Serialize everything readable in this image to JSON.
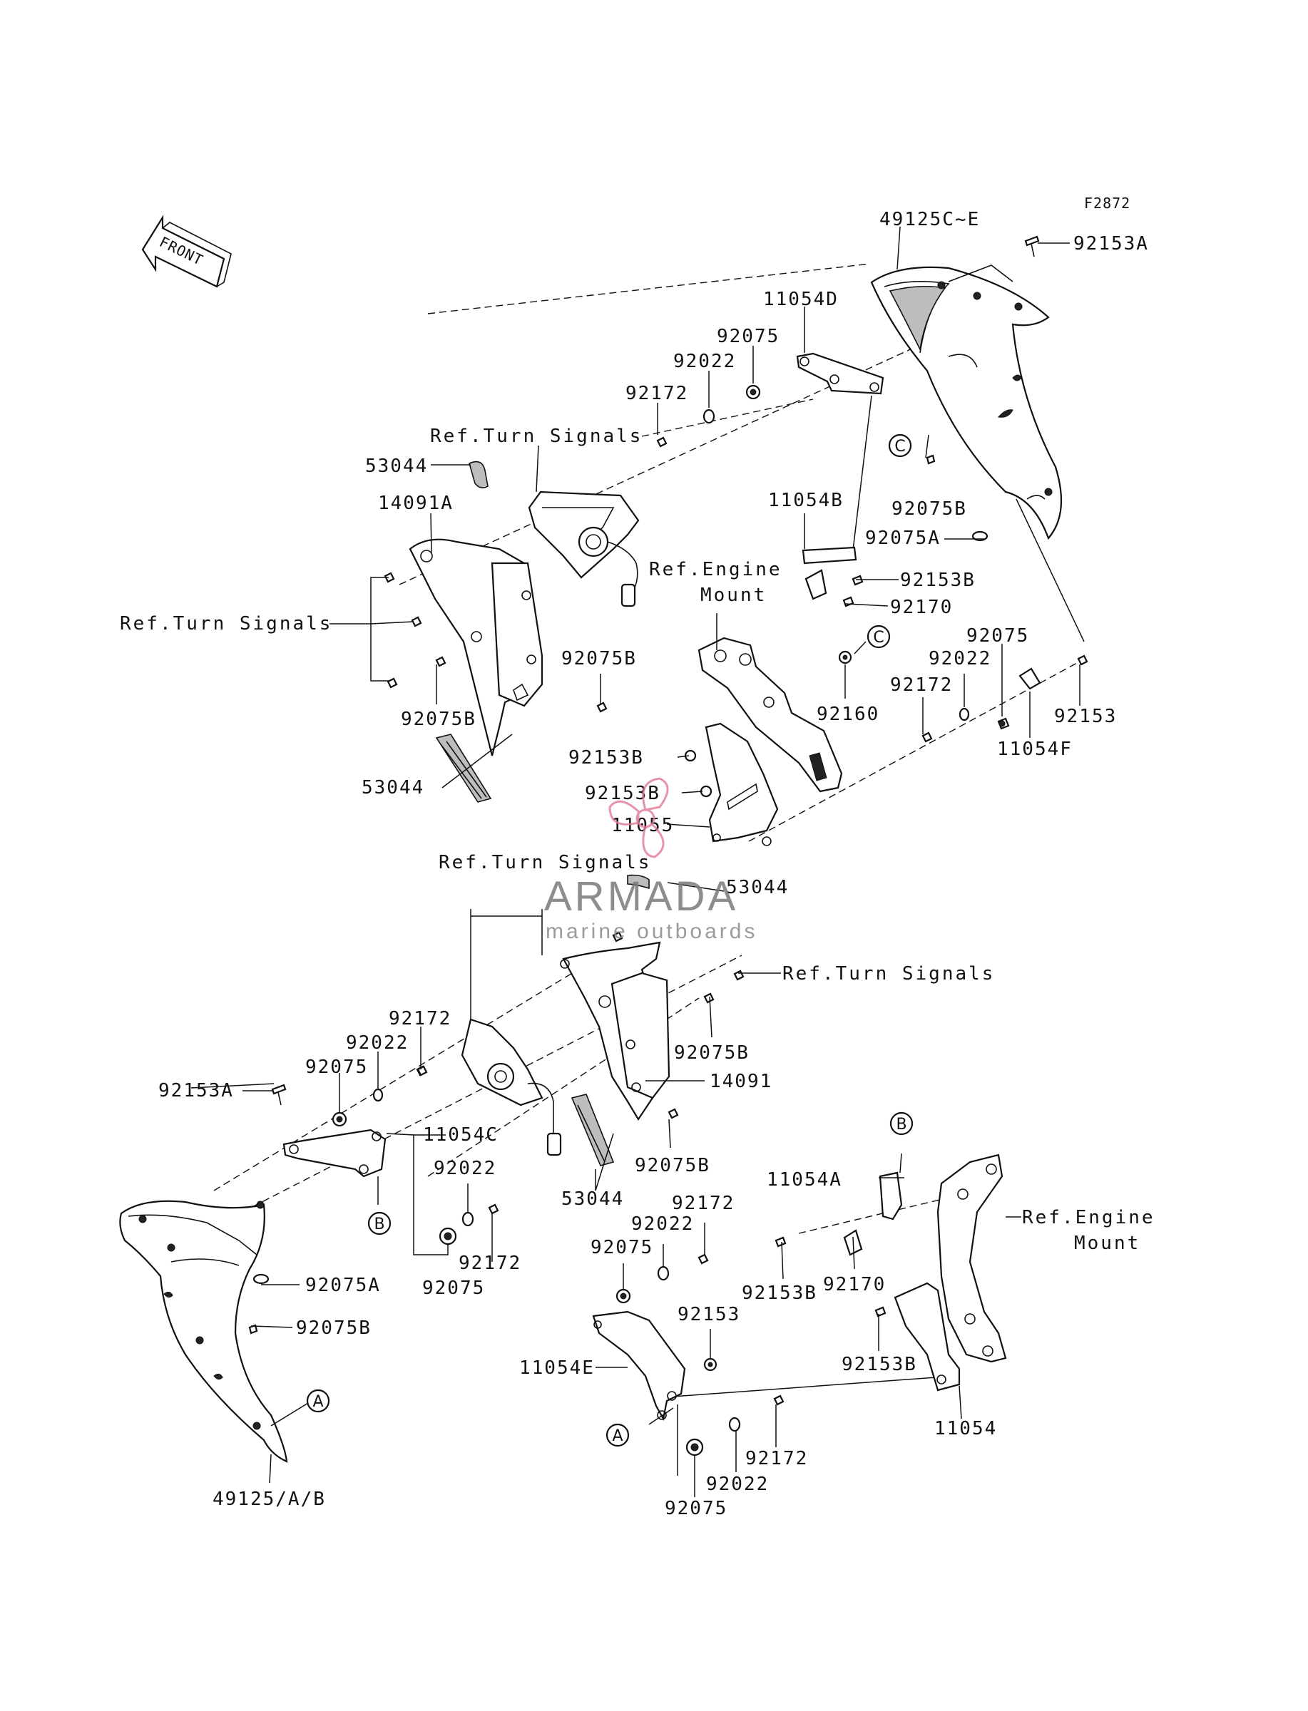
{
  "diagram_code": "F2872",
  "front_arrow": {
    "text": "FRONT"
  },
  "watermark": {
    "brand": "ARMADA",
    "tagline": "marine outboards"
  },
  "labels": {
    "p49125ce": "49125C~E",
    "p92153a_top": "92153A",
    "p11054d": "11054D",
    "p92075_top": "92075",
    "p92022_top": "92022",
    "p92172_top": "92172",
    "ref_turn_1": "Ref.Turn Signals",
    "p53044_a": "53044",
    "p14091a": "14091A",
    "ref_turn_2": "Ref.Turn Signals",
    "p92075b_a": "92075B",
    "p92075b_b": "92075B",
    "p53044_b": "53044",
    "p11054b": "11054B",
    "ref_engine_1a": "Ref.Engine",
    "ref_engine_1b": "Mount",
    "p92075b_c": "92075B",
    "p92075a_top": "92075A",
    "p92153b_a": "92153B",
    "p92170_top": "92170",
    "p92075_r": "92075",
    "p92022_r": "92022",
    "p92172_r": "92172",
    "p92153_r": "92153",
    "p11054f": "11054F",
    "p92160": "92160",
    "p92153b_b": "92153B",
    "p92153b_c": "92153B",
    "p11055": "11055",
    "ref_turn_3": "Ref.Turn Signals",
    "p53044_c": "53044",
    "ref_turn_4": "Ref.Turn Signals",
    "p92172_m": "92172",
    "p92022_m": "92022",
    "p92075_m": "92075",
    "p92153a_l": "92153A",
    "p11054c": "11054C",
    "p92075b_d": "92075B",
    "p14091": "14091",
    "p92075b_e": "92075B",
    "p53044_d": "53044",
    "p92022_c": "92022",
    "p92172_c": "92172",
    "p92075_c": "92075",
    "p92075a_l": "92075A",
    "p92075b_l": "92075B",
    "p49125": "49125/A/B",
    "p11054a": "11054A",
    "ref_engine_2a": "Ref.Engine",
    "ref_engine_2b": "Mount",
    "p92172_b": "92172",
    "p92022_b": "92022",
    "p92075_b": "92075",
    "p92153b_d": "92153B",
    "p92170_b": "92170",
    "p92153_b": "92153",
    "p11054e": "11054E",
    "p92153b_e": "92153B",
    "p11054": "11054",
    "p92172_bb": "92172",
    "p92022_bb": "92022",
    "p92075_bb": "92075"
  },
  "callouts": {
    "a": "A",
    "b": "B",
    "c": "C"
  }
}
